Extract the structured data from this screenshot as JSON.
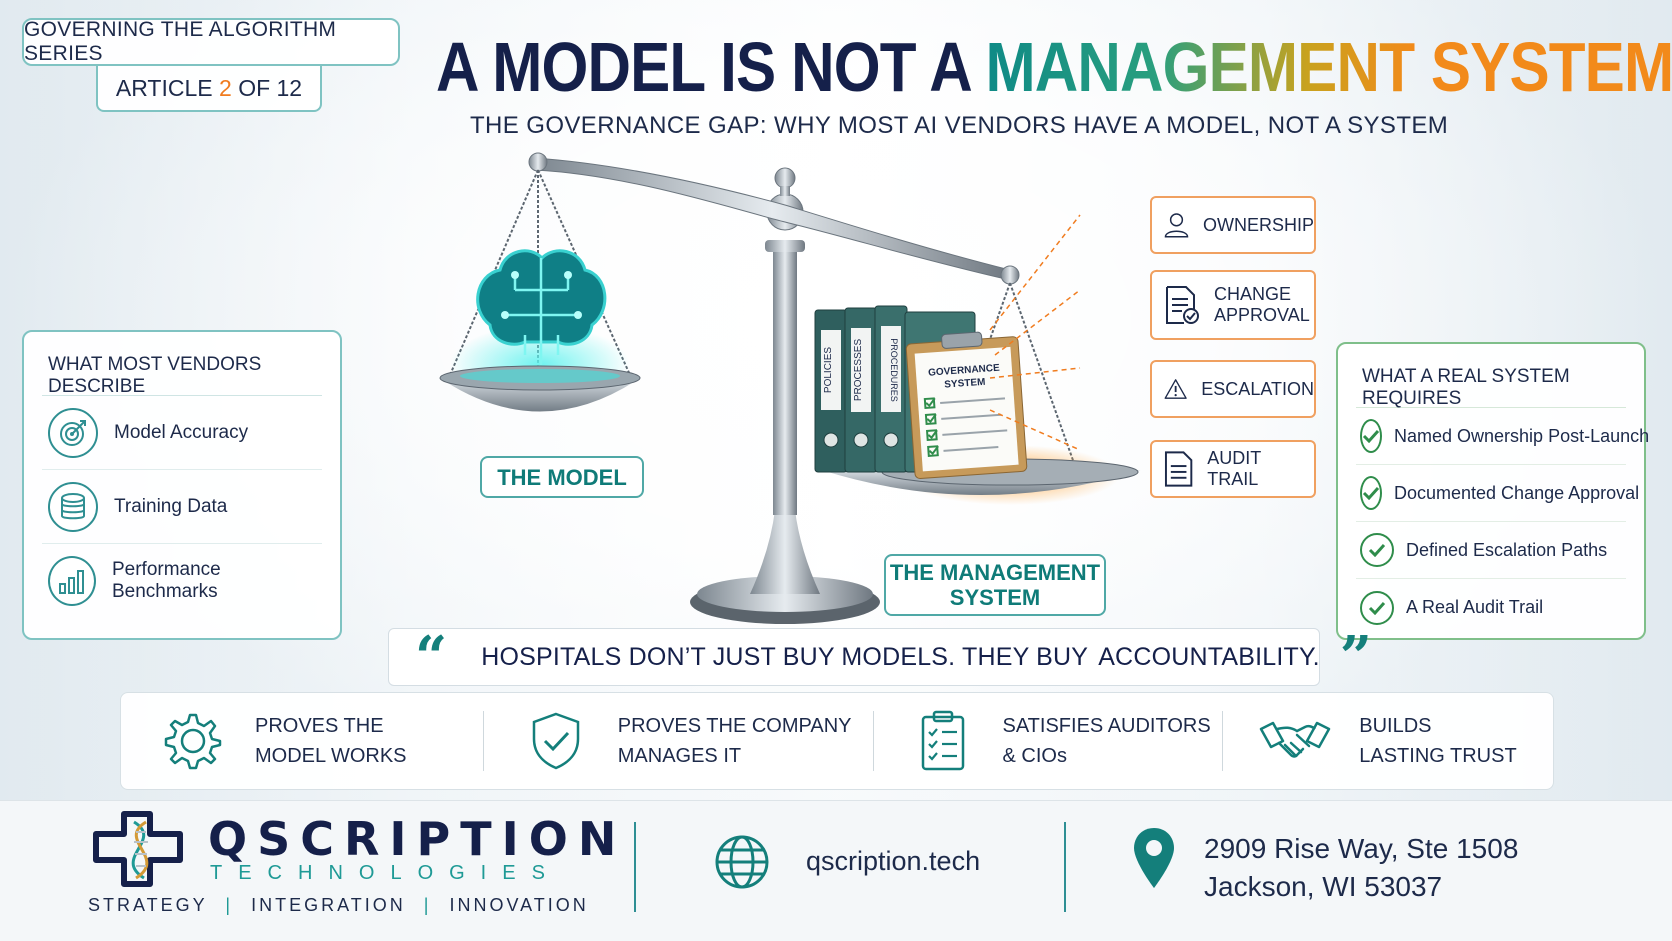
{
  "series": {
    "title": "GOVERNING THE ALGORITHM SERIES",
    "article_prefix": "ARTICLE",
    "article_number": "2",
    "article_suffix": "OF 12"
  },
  "title": {
    "part1": "A MODEL IS NOT A",
    "part2": "MANAGEMENT",
    "part3": "SYSTEM"
  },
  "subtitle": "THE GOVERNANCE GAP: WHY MOST AI VENDORS HAVE A MODEL, NOT A SYSTEM",
  "vendors_panel": {
    "heading": "WHAT MOST VENDORS DESCRIBE",
    "items": [
      {
        "label": "Model Accuracy",
        "icon": "target-icon"
      },
      {
        "label": "Training Data",
        "icon": "database-icon"
      },
      {
        "label": "Performance Benchmarks",
        "icon": "bar-chart-icon"
      }
    ]
  },
  "system_panel": {
    "heading": "WHAT A REAL SYSTEM REQUIRES",
    "items": [
      {
        "label": "Named Ownership Post-Launch"
      },
      {
        "label": "Documented Change Approval"
      },
      {
        "label": "Defined Escalation Paths"
      },
      {
        "label": "A Real Audit Trail"
      }
    ]
  },
  "scale": {
    "model_label": "THE MODEL",
    "system_label_line1": "THE MANAGEMENT",
    "system_label_line2": "SYSTEM",
    "binders": [
      "POLICIES",
      "PROCESSES",
      "PROCEDURES"
    ],
    "clipboard_title_line1": "GOVERNANCE",
    "clipboard_title_line2": "SYSTEM"
  },
  "tags": [
    {
      "line1": "OWNERSHIP",
      "line2": "",
      "icon": "person-icon"
    },
    {
      "line1": "CHANGE",
      "line2": "APPROVAL",
      "icon": "document-check-icon"
    },
    {
      "line1": "ESCALATION",
      "line2": "",
      "icon": "warning-icon"
    },
    {
      "line1": "AUDIT TRAIL",
      "line2": "",
      "icon": "document-icon"
    }
  ],
  "quote": {
    "open": "“",
    "text": "HOSPITALS DON’T JUST BUY MODELS. THEY BUY",
    "highlight": "ACCOUNTABILITY.",
    "close": "”"
  },
  "benefits": [
    {
      "line1": "PROVES THE",
      "line2": "MODEL WORKS",
      "icon": "gear-icon"
    },
    {
      "line1": "PROVES THE COMPANY",
      "line2": "MANAGES IT",
      "icon": "shield-check-icon"
    },
    {
      "line1": "SATISFIES AUDITORS",
      "line2": "& CIOs",
      "icon": "clipboard-checklist-icon"
    },
    {
      "line1": "BUILDS",
      "line2": "LASTING TRUST",
      "icon": "handshake-icon"
    }
  ],
  "footer": {
    "brand": "QSCRIPTION",
    "brand_sub": "TECHNOLOGIES",
    "tagline_1": "STRATEGY",
    "tagline_2": "INTEGRATION",
    "tagline_3": "INNOVATION",
    "tag_sep": "|",
    "website": "qscription.tech",
    "address_line1": "2909 Rise Way, Ste 1508",
    "address_line2": "Jackson, WI 53037"
  },
  "colors": {
    "navy": "#15204a",
    "teal": "#147f7b",
    "orange": "#f07c1f",
    "green": "#2f8d4b"
  }
}
